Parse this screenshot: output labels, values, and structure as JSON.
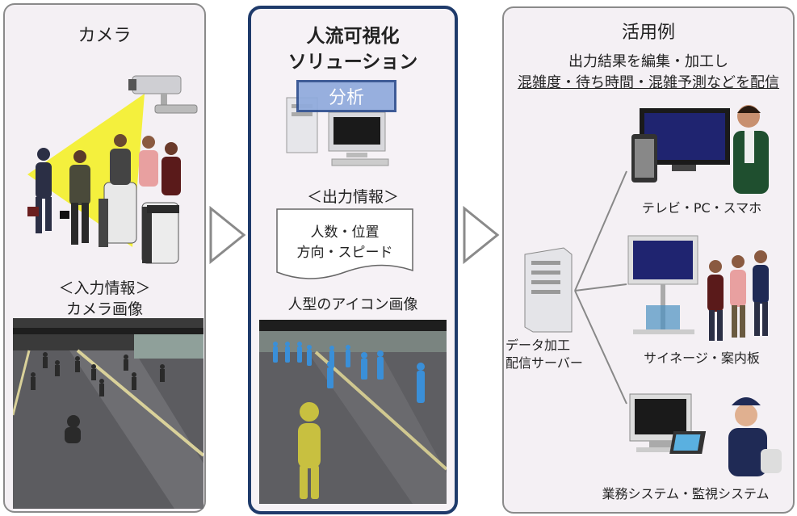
{
  "camera_panel": {
    "title": "カメラ",
    "input_info_heading": "＜入力情報＞",
    "input_info_sub": "カメラ画像"
  },
  "solution_panel": {
    "title_line1": "人流可視化",
    "title_line2": "ソリューション",
    "analysis_label": "分析",
    "output_heading": "＜出力情報＞",
    "output_line1": "人数・位置",
    "output_line2": "方向・スピード",
    "icon_image_label": "人型のアイコン画像"
  },
  "usecase_panel": {
    "title": "活用例",
    "desc_line1": "出力結果を編集・加工し",
    "desc_line2": "混雑度・待ち時間・混雑予測などを配信",
    "server_label_line1": "データ加工",
    "server_label_line2": "配信サーバー",
    "targets": [
      {
        "label": "テレビ・PC・スマホ"
      },
      {
        "label": "サイネージ・案内板"
      },
      {
        "label": "業務システム・監視システム"
      }
    ]
  },
  "colors": {
    "panel_bg": "#f4f0f4",
    "panel_border": "#8a8a8a",
    "accent_border": "#1f3b6b",
    "analysis_fill": "#8faadc",
    "analysis_border": "#2f4f8f",
    "camera_beam": "#f4f000",
    "person_icon_yellow": "#c8c040",
    "person_icon_blue": "#3a8fd8"
  }
}
